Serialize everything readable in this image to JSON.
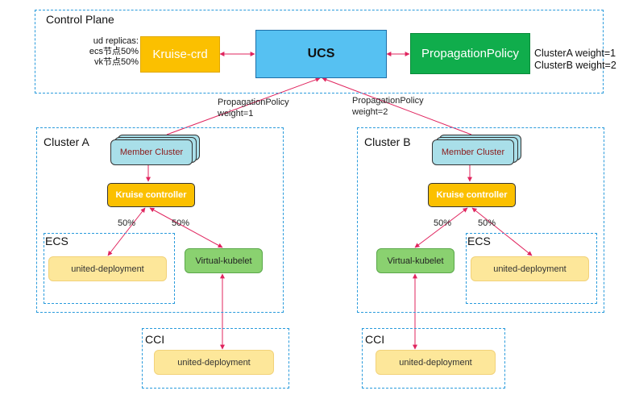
{
  "control_plane": {
    "title": "Control Plane",
    "replicas_note": [
      "ud replicas:",
      "ecs节点50%",
      "vk节点50%"
    ],
    "kruise_crd": "Kruise-crd",
    "ucs": "UCS",
    "propagation_policy": "PropagationPolicy",
    "weights": [
      "ClusterA weight=1",
      "ClusterB weight=2"
    ]
  },
  "link_labels": {
    "a": [
      "PropagationPolicy",
      "weight=1"
    ],
    "b": [
      "PropagationPolicy",
      "weight=2"
    ]
  },
  "cluster_a": {
    "title": "Cluster A",
    "member": "Member Cluster",
    "controller": "Kruise controller",
    "pct_left": "50%",
    "pct_right": "50%",
    "ecs_title": "ECS",
    "ud": "united-deployment",
    "vk": "Virtual-kubelet",
    "cci_title": "CCI",
    "cci_ud": "united-deployment"
  },
  "cluster_b": {
    "title": "Cluster B",
    "member": "Member Cluster",
    "controller": "Kruise controller",
    "pct_left": "50%",
    "pct_right": "50%",
    "ecs_title": "ECS",
    "ud": "united-deployment",
    "vk": "Virtual-kubelet",
    "cci_title": "CCI",
    "cci_ud": "united-deployment"
  },
  "colors": {
    "dashed_border": "#2a9bdc",
    "arrow": "#e0245e",
    "ucs": "#56c1f2",
    "kruise": "#fbc000",
    "propagation": "#10ad4c",
    "member": "#a9dfe9",
    "ud": "#fde79a",
    "vk": "#8ad170"
  }
}
